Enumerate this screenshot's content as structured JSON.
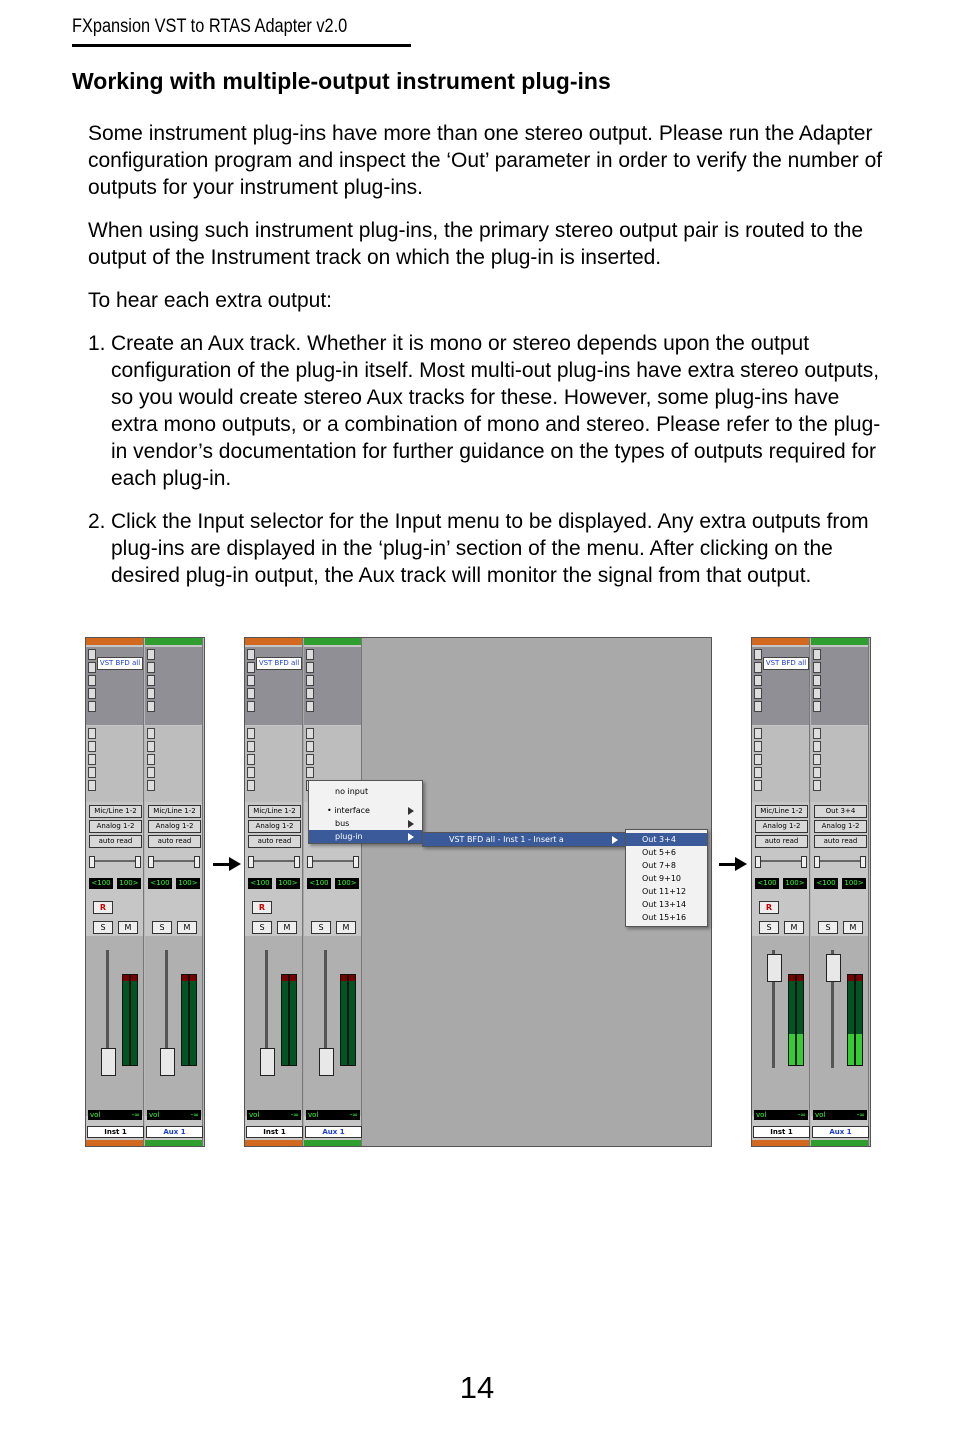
{
  "header": {
    "title": "FXpansion VST to RTAS Adapter v2.0"
  },
  "section": {
    "heading": "Working with multiple-output instrument plug-ins"
  },
  "paragraphs": [
    "Some instrument plug-ins have more than one stereo output. Please run the Adapter configuration program and inspect the ‘Out’ parameter in order to verify the number of outputs for your instrument plug-ins.",
    "When using such instrument plug-ins, the primary stereo output pair is routed to the output of the Instrument track on which the plug-in is inserted.",
    "To hear each extra output:"
  ],
  "steps": [
    {
      "num": "1.",
      "text": "Create an Aux track. Whether it is mono or stereo depends upon the output configuration of the plug-in itself. Most multi-out plug-ins have extra stereo outputs, so you would create stereo Aux tracks for these. However, some plug-ins have extra mono outputs, or a combination of mono and stereo. Please refer to the plug-in vendor’s documentation for further guidance on the types of outputs required for each plug-in."
    },
    {
      "num": "2.",
      "text": "Click the Input selector for the Input menu to be displayed. Any extra outputs from plug-ins are displayed in the ‘plug-in’ section of the menu. After clicking on the desired plug-in output, the Aux track will monitor the signal from that output."
    }
  ],
  "figure": {
    "colors": {
      "inst_track": "#d2691e",
      "aux_track": "#2e9e2e",
      "menu_highlight": "#3a5a9a",
      "meter_green": "#33cc33"
    },
    "panels": [
      {
        "tracks": [
          {
            "insert": "VST BFD all",
            "input": "Mic/Line 1-2",
            "output": "Analog 1-2",
            "automation": "auto read",
            "pan_l": "<100",
            "pan_r": "100>",
            "rec": "R",
            "solo": "S",
            "mute": "M",
            "vol_label": "vol",
            "vol_value": "-∞",
            "name": "Inst 1",
            "level": 0
          },
          {
            "insert": "",
            "input": "Mic/Line 1-2",
            "output": "Analog 1-2",
            "automation": "auto read",
            "pan_l": "<100",
            "pan_r": "100>",
            "rec": "",
            "solo": "S",
            "mute": "M",
            "vol_label": "vol",
            "vol_value": "-∞",
            "name": "Aux 1",
            "level": 0
          }
        ]
      },
      {
        "tracks": [
          {
            "insert": "VST BFD all",
            "input": "Mic/Line 1-2",
            "output": "Analog 1-2",
            "automation": "auto read",
            "pan_l": "<100",
            "pan_r": "100>",
            "rec": "R",
            "solo": "S",
            "mute": "M",
            "vol_label": "vol",
            "vol_value": "-∞",
            "name": "Inst 1",
            "level": 0
          },
          {
            "insert": "",
            "input": "",
            "output": "",
            "automation": "",
            "pan_l": "<100",
            "pan_r": "100>",
            "rec": "",
            "solo": "S",
            "mute": "M",
            "vol_label": "vol",
            "vol_value": "-∞",
            "name": "Aux 1",
            "level": 0
          }
        ],
        "input_menu": {
          "items": [
            "no input",
            "interface",
            "bus",
            "plug-in"
          ],
          "submenu_label": "VST BFD all - Inst 1 - Insert a",
          "outputs": [
            "Out 3+4",
            "Out 5+6",
            "Out 7+8",
            "Out 9+10",
            "Out 11+12",
            "Out 13+14",
            "Out 15+16"
          ]
        }
      },
      {
        "tracks": [
          {
            "insert": "VST BFD all",
            "input": "Mic/Line 1-2",
            "output": "Analog 1-2",
            "automation": "auto read",
            "pan_l": "<100",
            "pan_r": "100>",
            "rec": "R",
            "solo": "S",
            "mute": "M",
            "vol_label": "vol",
            "vol_value": "-∞",
            "name": "Inst 1",
            "level": 0.35
          },
          {
            "insert": "",
            "input": "Out 3+4",
            "output": "Analog 1-2",
            "automation": "auto read",
            "pan_l": "<100",
            "pan_r": "100>",
            "rec": "",
            "solo": "S",
            "mute": "M",
            "vol_label": "vol",
            "vol_value": "-∞",
            "name": "Aux 1",
            "level": 0.35
          }
        ]
      }
    ]
  },
  "page_number": "14"
}
